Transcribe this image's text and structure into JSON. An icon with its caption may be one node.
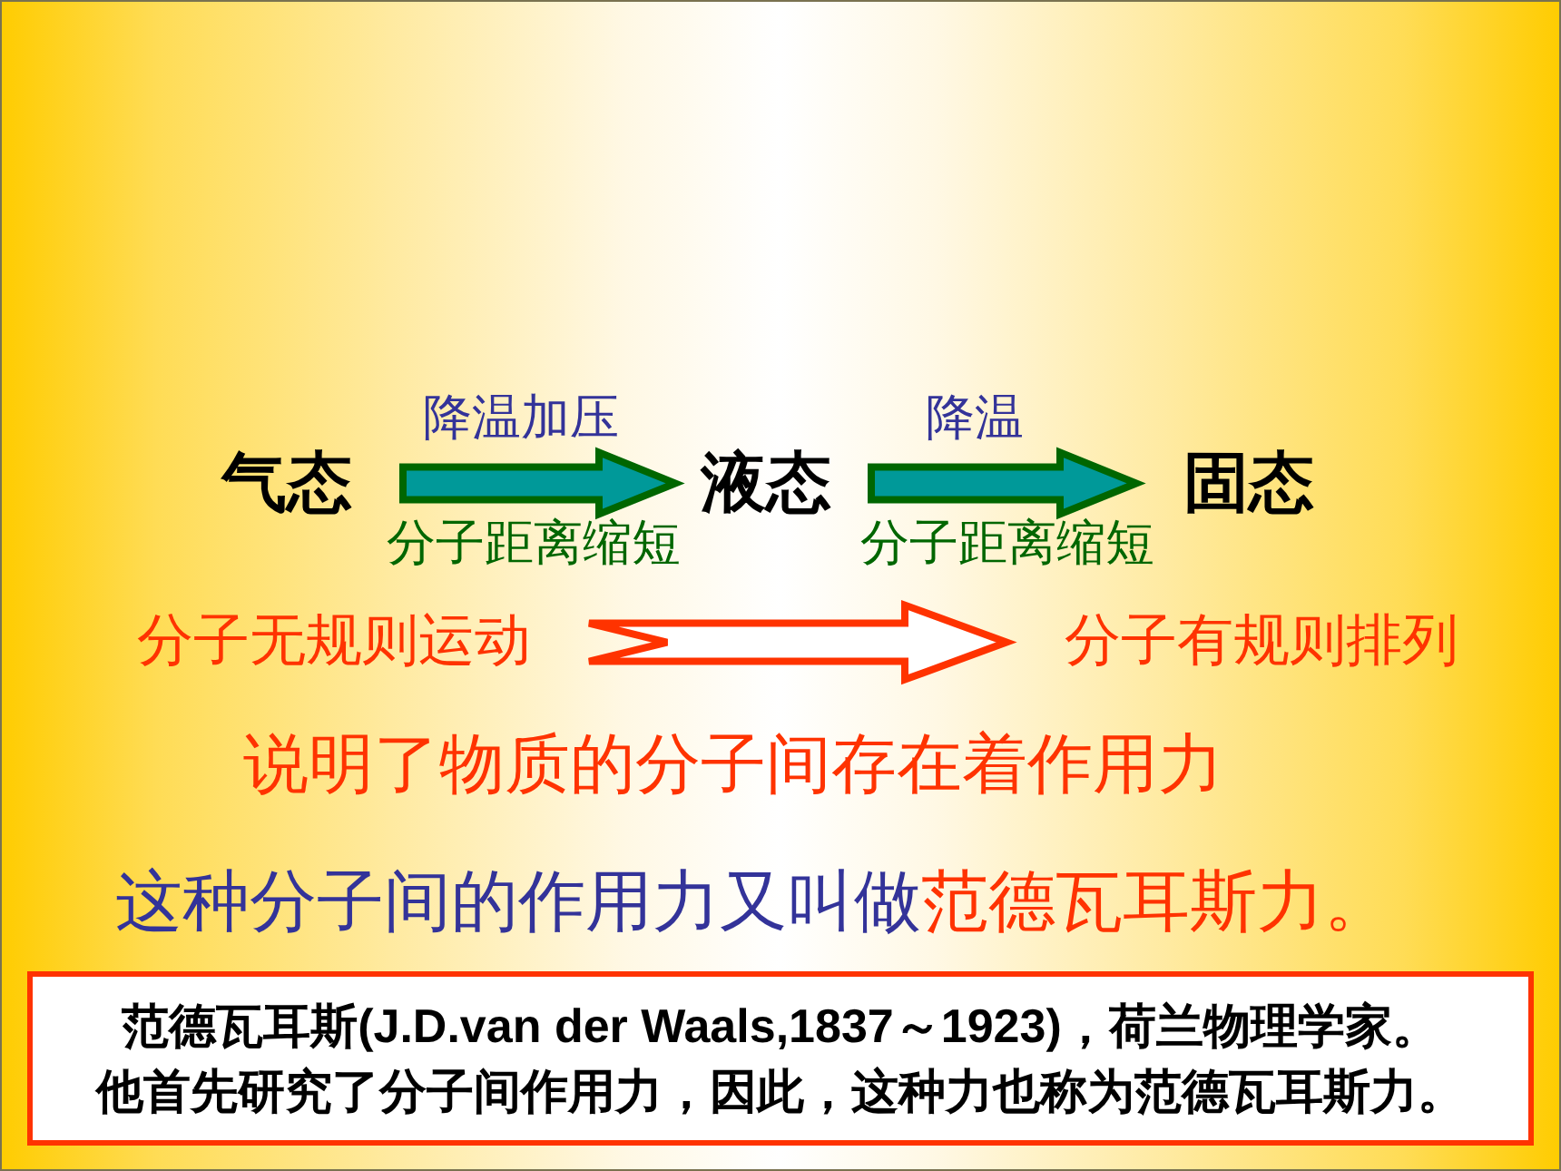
{
  "diagram": {
    "nodes": [
      {
        "text": [
          "气态"
        ]
      },
      {
        "text": [
          "液态"
        ]
      },
      {
        "text": [
          "固态"
        ]
      },
      {
        "text": [
          "分子无规则运动"
        ]
      },
      {
        "text": [
          "分子有规则排列"
        ]
      },
      {
        "text": [
          "范德瓦耳斯(J.D.van der Waals,1837～1923)，荷兰物理学家。",
          "他首先研究了分子间作用力，因此，这种力也称为范德瓦耳斯力。"
        ]
      }
    ],
    "edges": [
      {
        "from": 0,
        "to": 1,
        "arrow": "to",
        "label": "降温加压"
      },
      {
        "from": 1,
        "to": 2,
        "arrow": "to",
        "label": "降温"
      },
      {
        "from": 3,
        "to": 4,
        "arrow": "to",
        "color": "#ff3300"
      }
    ],
    "labels": [
      "分子距离缩短",
      "分子距离缩短",
      "说明了物质的分子间存在着作用力",
      "这种分子间的作用力又叫做",
      "范德瓦耳斯力。"
    ]
  }
}
